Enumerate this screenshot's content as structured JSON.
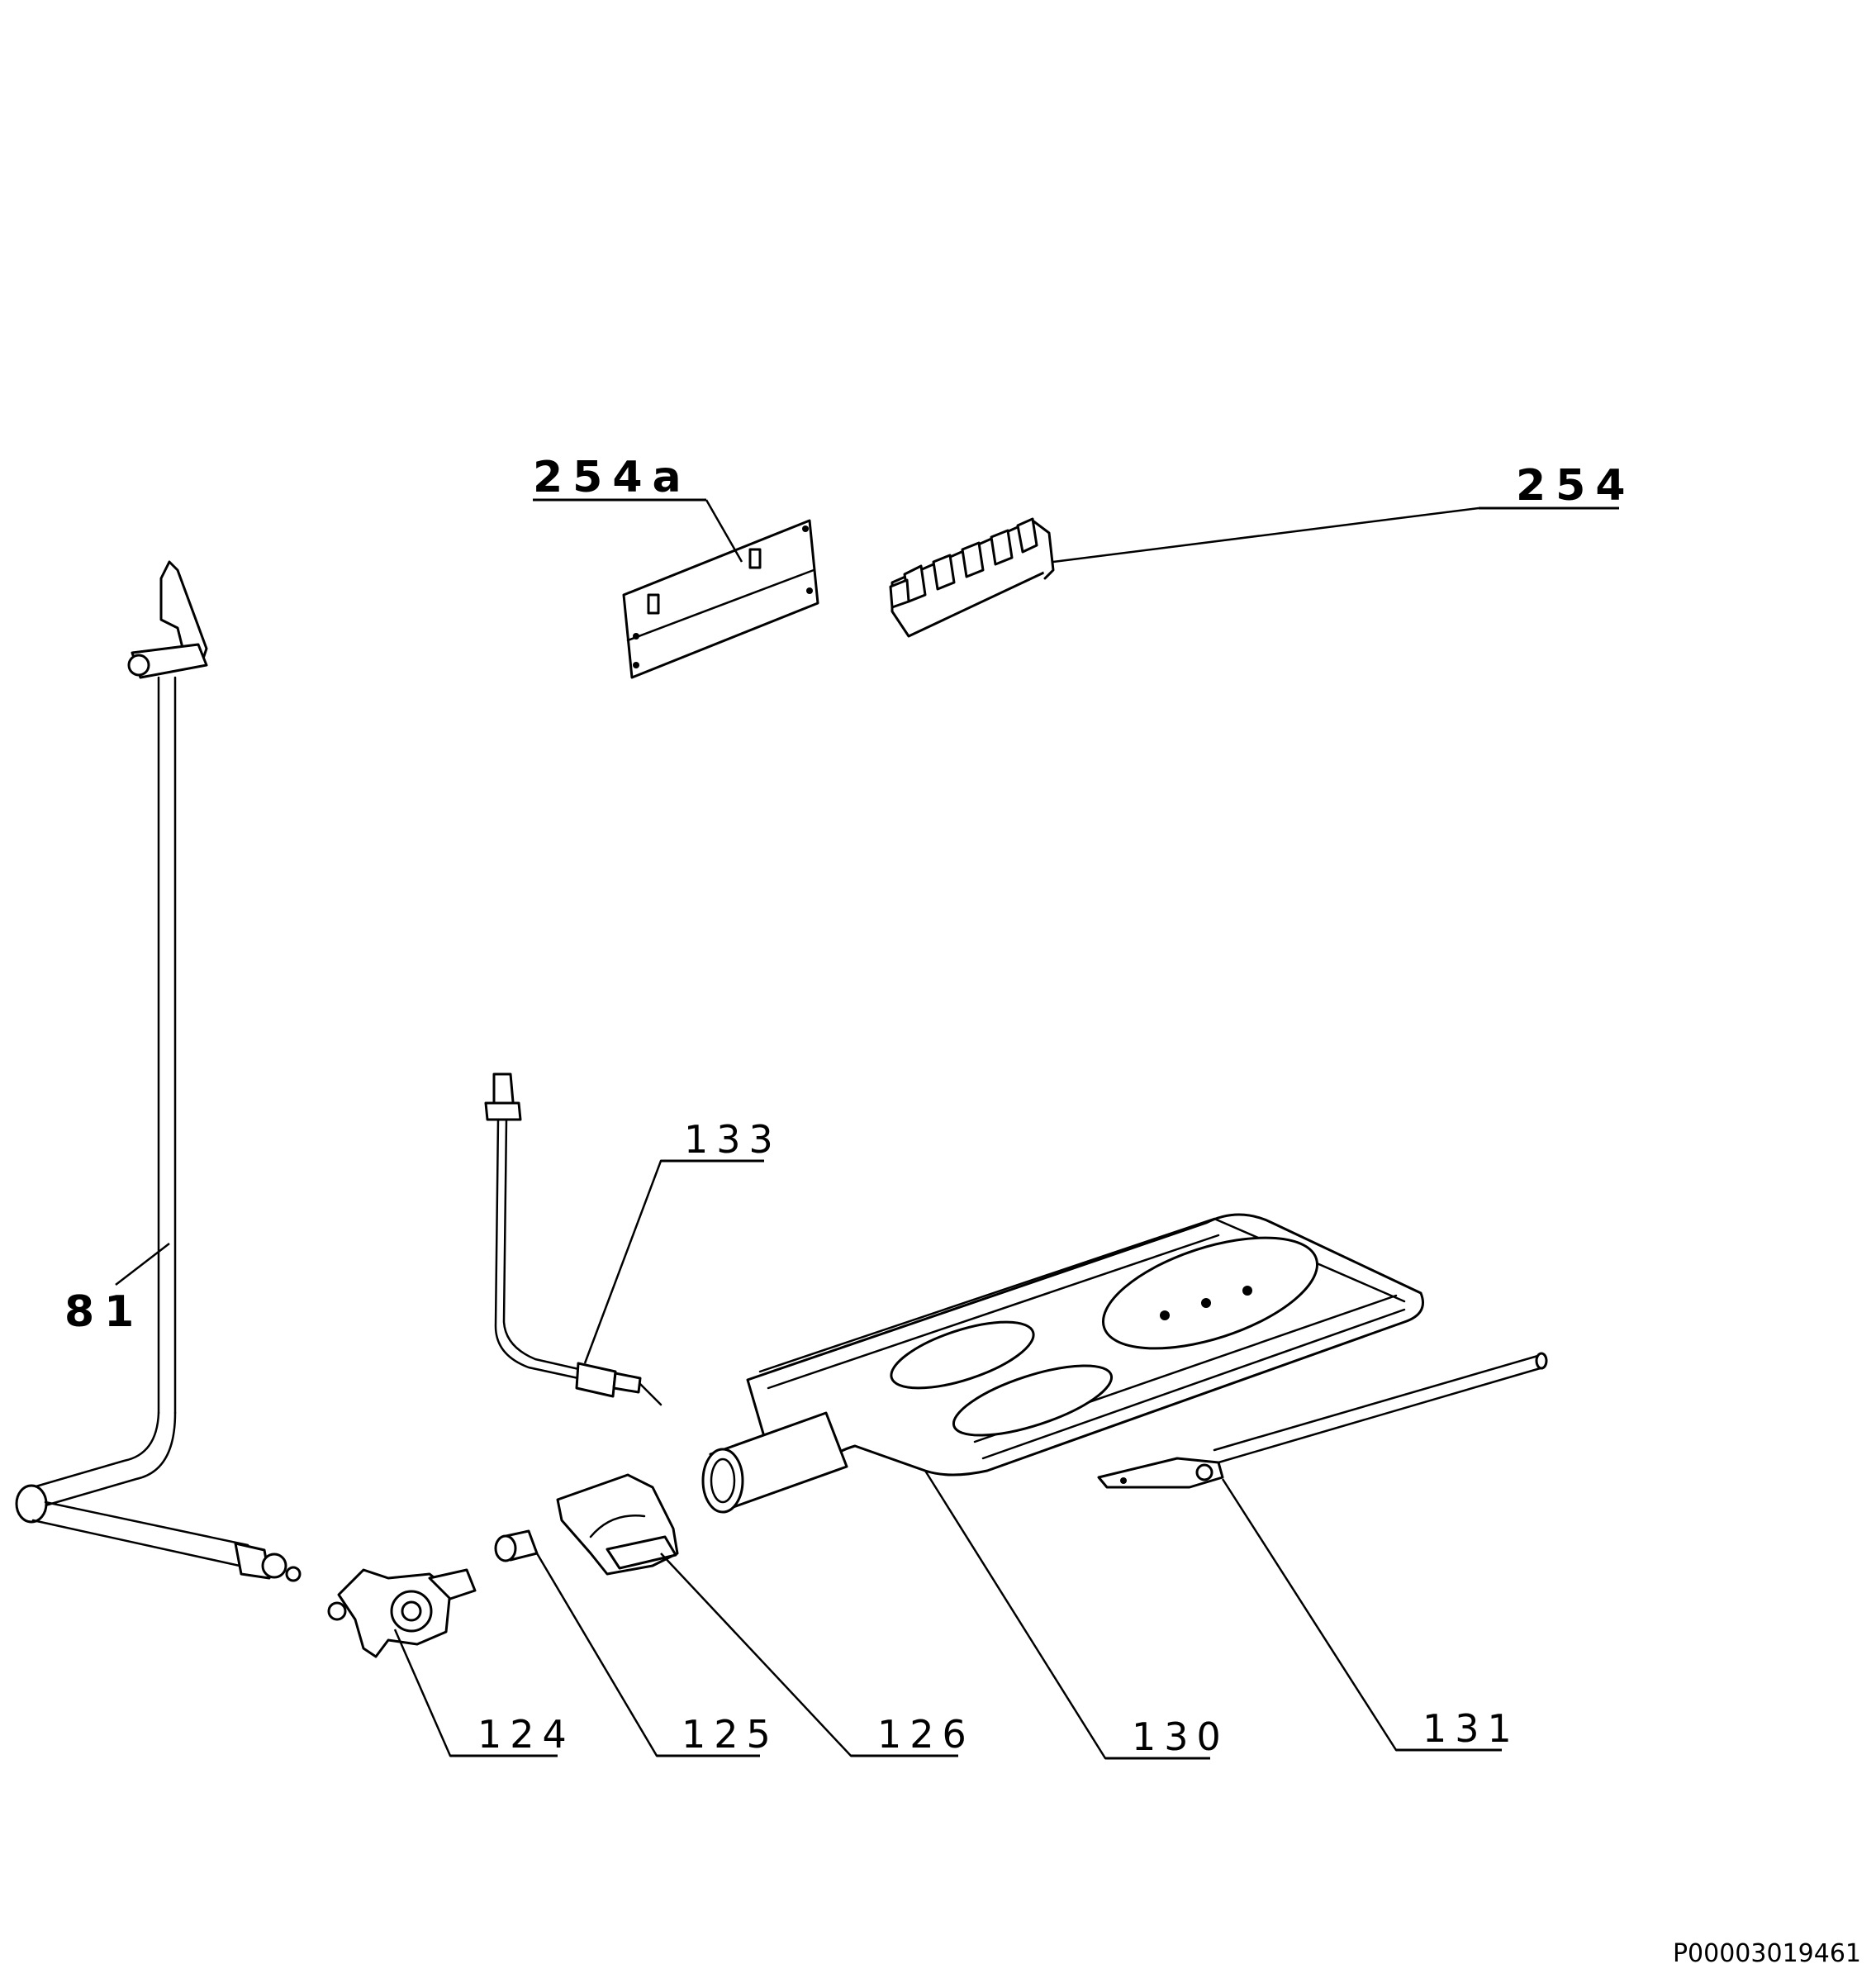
{
  "diagram": {
    "callouts": [
      {
        "id": "81",
        "label": "81"
      },
      {
        "id": "124",
        "label": "124"
      },
      {
        "id": "125",
        "label": "125"
      },
      {
        "id": "126",
        "label": "126"
      },
      {
        "id": "130",
        "label": "130"
      },
      {
        "id": "131",
        "label": "131"
      },
      {
        "id": "133",
        "label": "133"
      },
      {
        "id": "254",
        "label": "254"
      },
      {
        "id": "254a",
        "label": "254a"
      }
    ],
    "document_id": "P00003019461"
  }
}
